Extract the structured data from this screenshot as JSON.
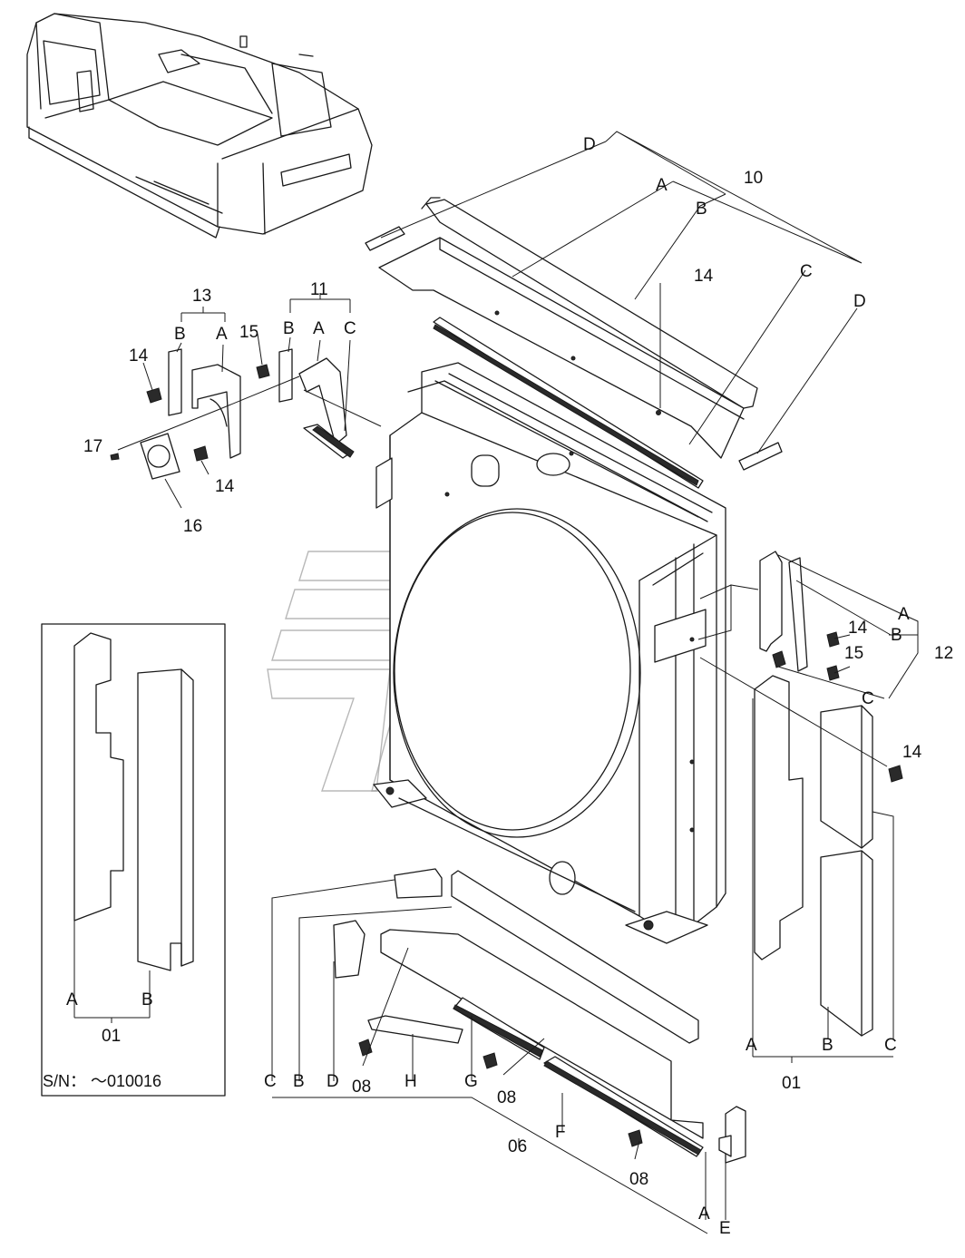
{
  "labels": {
    "n10": "10",
    "n11": "11",
    "n12": "12",
    "n13": "13",
    "n14": "14",
    "n15": "15",
    "n16": "16",
    "n17": "17",
    "n01": "01",
    "n06": "06",
    "n08": "08",
    "A": "A",
    "B": "B",
    "C": "C",
    "D": "D",
    "E": "E",
    "F": "F",
    "G": "G",
    "H": "H"
  },
  "serial_note": "S/N： ～010016",
  "colors": {
    "line": "#1a1a1a",
    "watermark": "#9a9a9a",
    "background": "#ffffff"
  }
}
